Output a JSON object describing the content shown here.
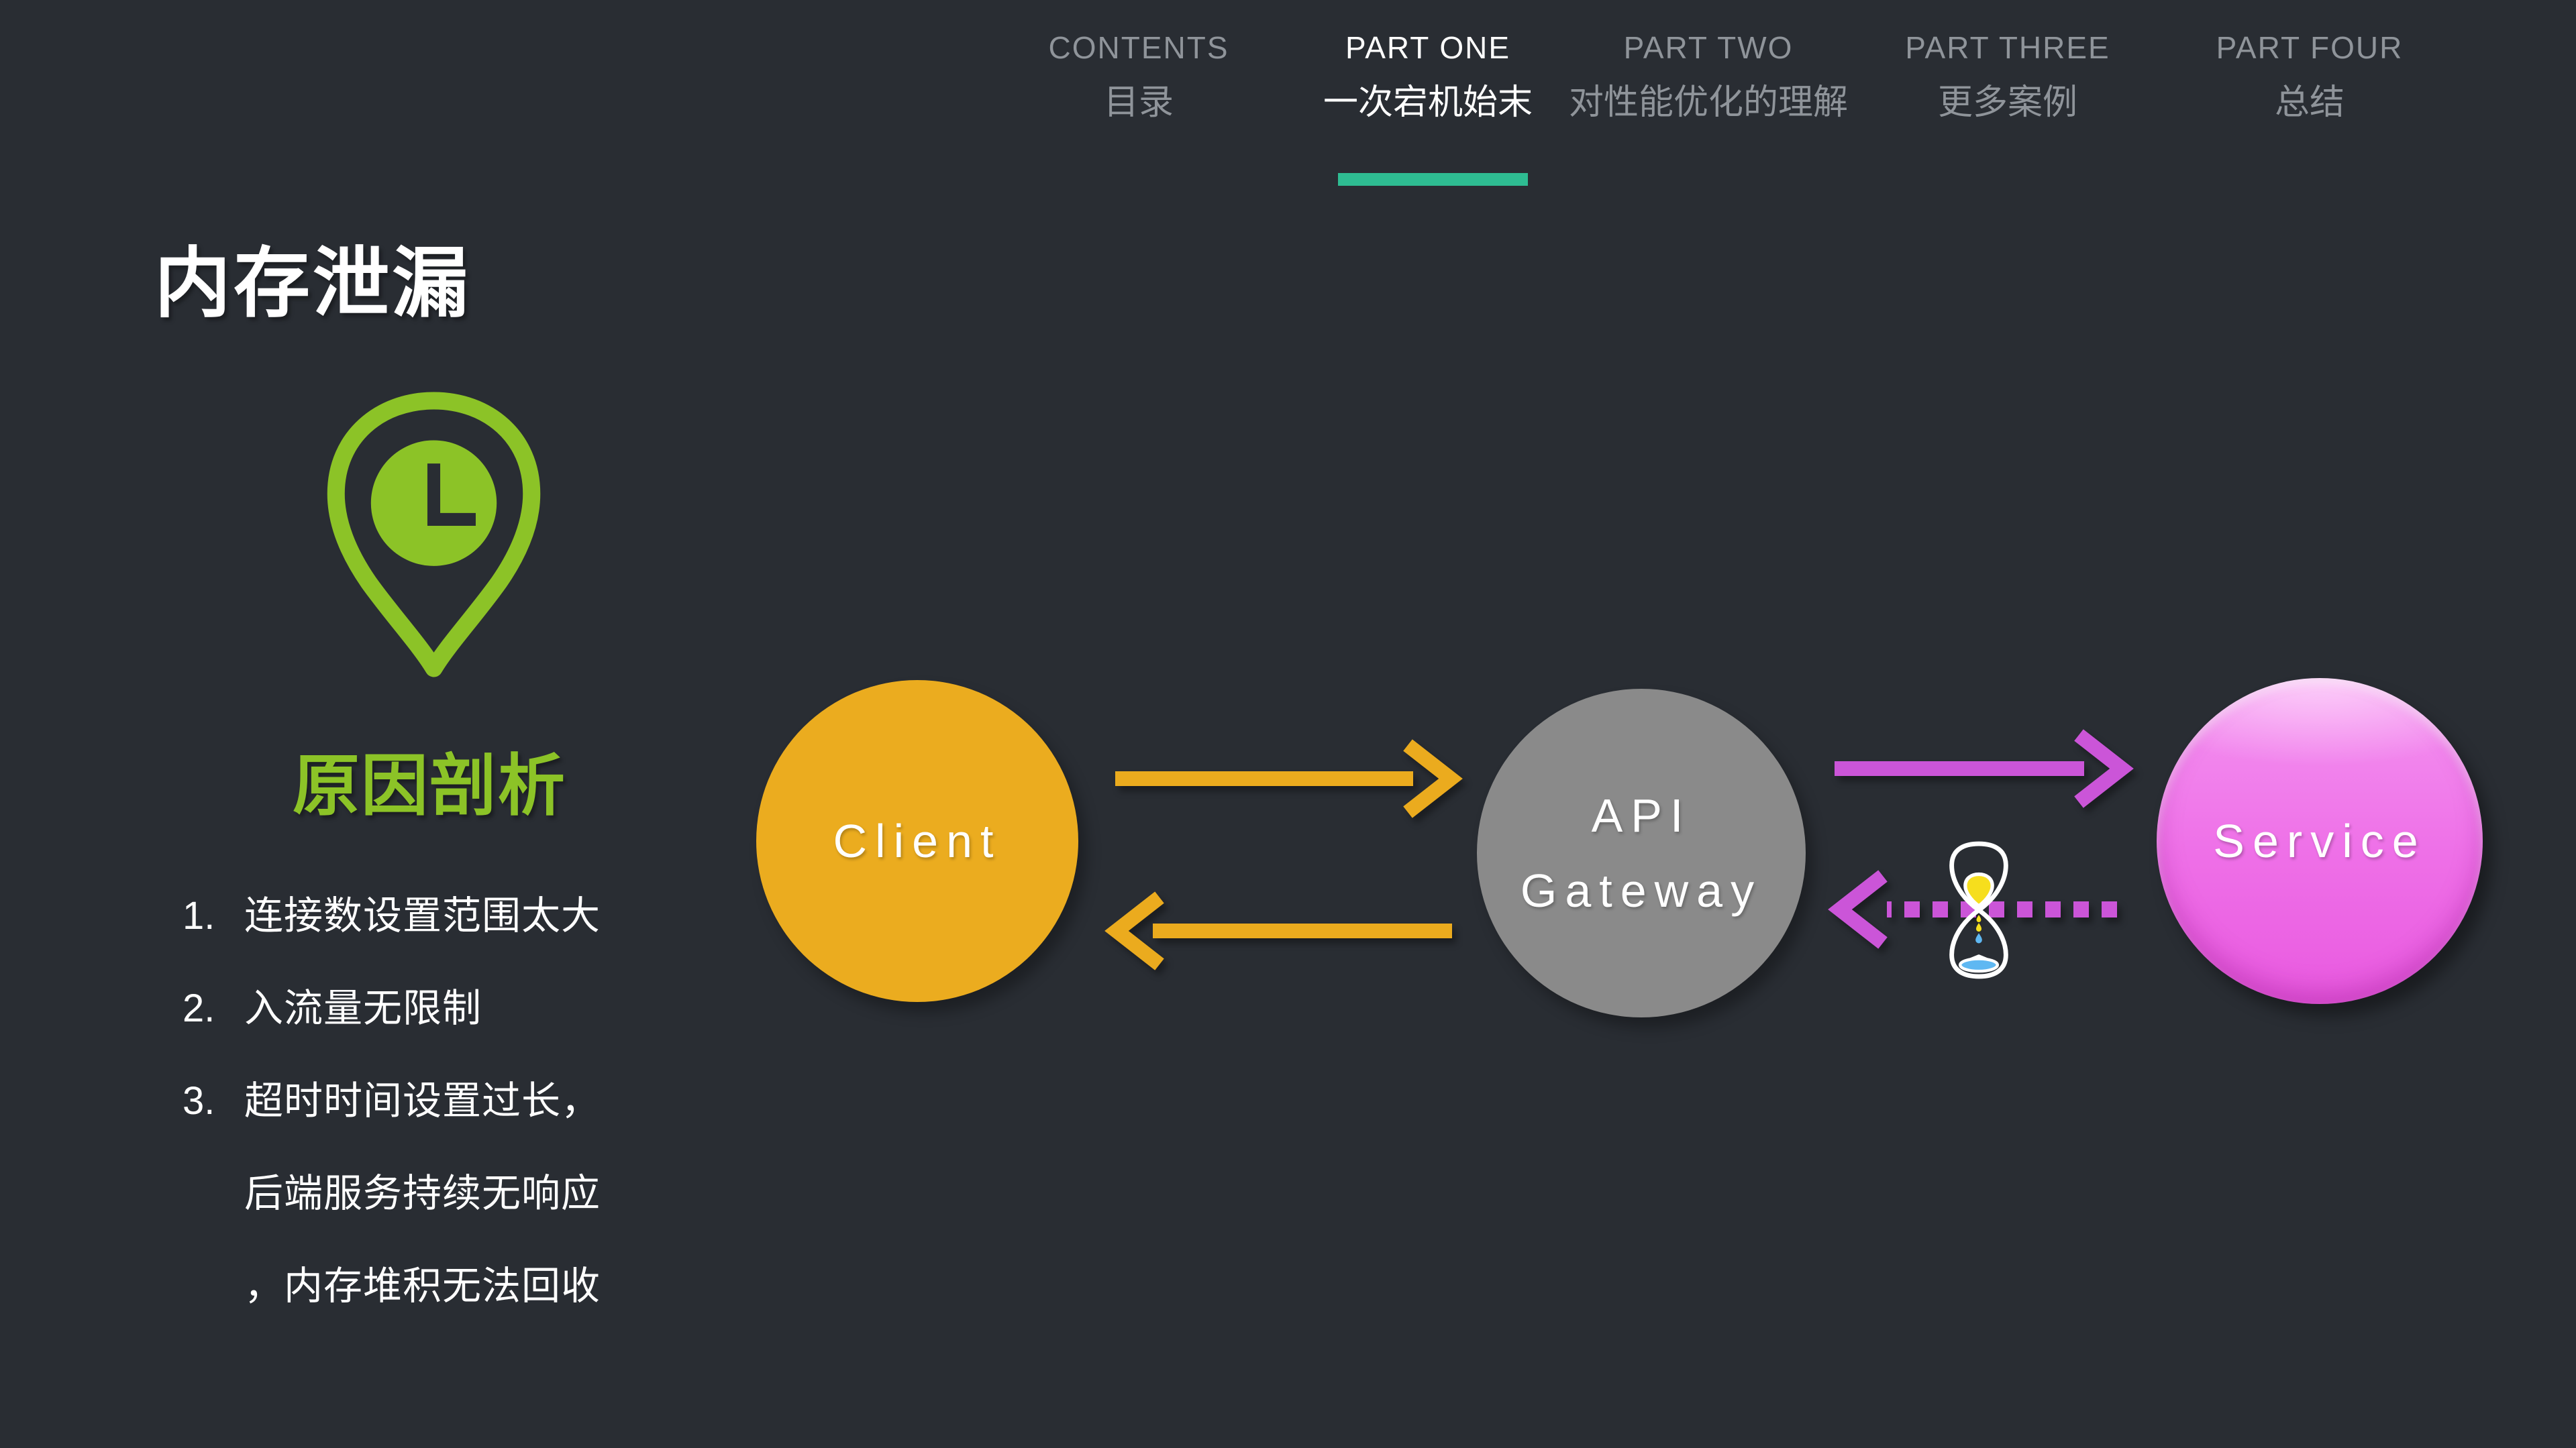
{
  "page": {
    "background_color": "#292d33"
  },
  "nav": {
    "items": [
      {
        "en": "CONTENTS",
        "cn": "目录",
        "active": false
      },
      {
        "en": "PART ONE",
        "cn": "一次宕机始末",
        "active": true
      },
      {
        "en": "PART TWO",
        "cn": "对性能优化的理解",
        "active": false
      },
      {
        "en": "PART THREE",
        "cn": "更多案例",
        "active": false
      },
      {
        "en": "PART FOUR",
        "cn": "总结",
        "active": false
      }
    ],
    "active_underline_color": "#2ebc92",
    "inactive_color": "#8f949a",
    "active_color": "#ffffff"
  },
  "title": "内存泄漏",
  "section": {
    "pin_icon": "clock-pin-icon",
    "heading": "原因剖析",
    "heading_color": "#8cc327",
    "list": [
      {
        "num": "1.",
        "lines": [
          "连接数设置范围太大"
        ]
      },
      {
        "num": "2.",
        "lines": [
          "入流量无限制"
        ]
      },
      {
        "num": "3.",
        "lines": [
          "超时时间设置过长，",
          "后端服务持续无响应",
          "，内存堆积无法回收"
        ]
      }
    ]
  },
  "diagram": {
    "nodes": [
      {
        "id": "client",
        "lines": [
          "Client"
        ],
        "color": "#ebac1f"
      },
      {
        "id": "gateway",
        "lines": [
          "API",
          "Gateway"
        ],
        "color": "#8a8a8a"
      },
      {
        "id": "service",
        "lines": [
          "Service"
        ],
        "color": "#ee6fe7"
      }
    ],
    "arrows": {
      "client_to_gateway_color": "#ebab1e",
      "gateway_to_service_color": "#cb55d8",
      "return_dashed": true
    },
    "hourglass_icon": {
      "outline_color": "#ffffff",
      "sand_top_color": "#f6de1d",
      "sand_bottom_color": "#5fb8f2"
    }
  }
}
